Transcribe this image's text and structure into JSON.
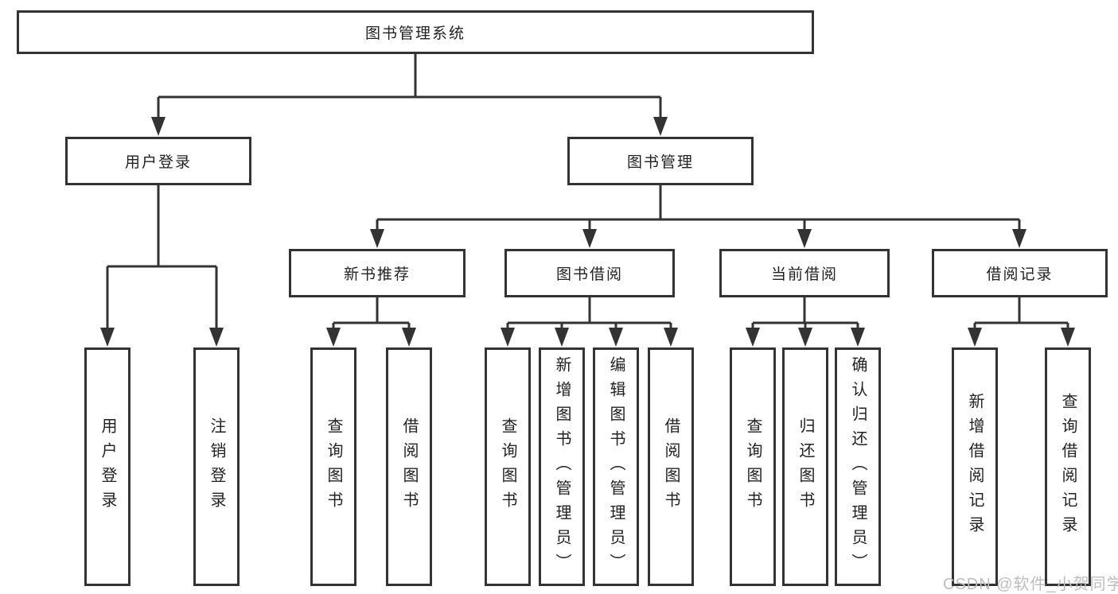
{
  "diagram": {
    "root": {
      "label": "图书管理系统"
    },
    "level2": [
      {
        "label": "用户登录"
      },
      {
        "label": "图书管理"
      }
    ],
    "level3": [
      {
        "label": "新书推荐"
      },
      {
        "label": "图书借阅"
      },
      {
        "label": "当前借阅"
      },
      {
        "label": "借阅记录"
      }
    ],
    "leaves": {
      "user_login": [
        "用户登录",
        "注销登录"
      ],
      "new_book": [
        "查询图书",
        "借阅图书"
      ],
      "book_borrow": [
        "查询图书",
        "新增图书（管理员）",
        "编辑图书（管理员）",
        "借阅图书"
      ],
      "current_borrow": [
        "查询图书",
        "归还图书",
        "确认归还（管理员）"
      ],
      "borrow_records": [
        "新增借阅记录",
        "查询借阅记录"
      ]
    }
  },
  "watermark": {
    "text": "CSDN @软件_小贺同学"
  },
  "colors": {
    "line": "#333333",
    "text": "#222222",
    "watermark": "#bdbdbd",
    "background": "#ffffff"
  }
}
